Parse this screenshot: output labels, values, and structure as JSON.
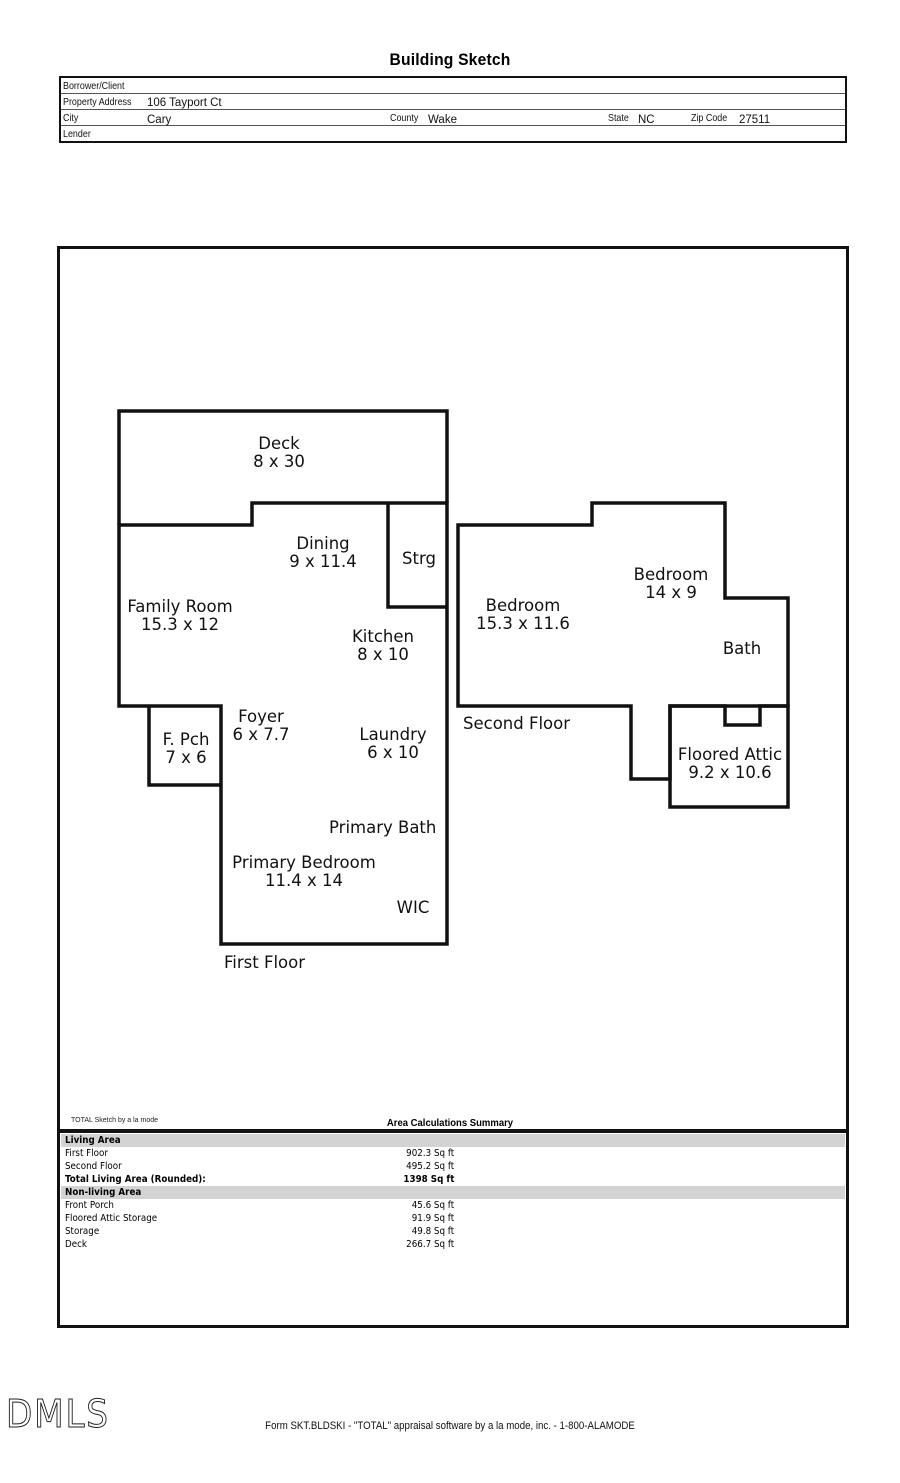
{
  "header": {
    "title": "Building Sketch",
    "fields": {
      "borrower_label": "Borrower/Client",
      "borrower_value": "",
      "address_label": "Property Address",
      "address_value": "106 Tayport Ct",
      "city_label": "City",
      "city_value": "Cary",
      "county_label": "County",
      "county_value": "Wake",
      "state_label": "State",
      "state_value": "NC",
      "zip_label": "Zip Code",
      "zip_value": "27511",
      "lender_label": "Lender",
      "lender_value": ""
    }
  },
  "sketch": {
    "first_floor": {
      "label": "First Floor",
      "rooms": {
        "deck": {
          "name": "Deck",
          "dims": "8 x 30"
        },
        "dining": {
          "name": "Dining",
          "dims": "9 x 11.4"
        },
        "storage": {
          "name": "Strg"
        },
        "family_room": {
          "name": "Family Room",
          "dims": "15.3 x 12"
        },
        "kitchen": {
          "name": "Kitchen",
          "dims": "8 x 10"
        },
        "front_porch": {
          "name": "F. Pch",
          "dims": "7 x 6"
        },
        "foyer": {
          "name": "Foyer",
          "dims": "6 x 7.7"
        },
        "laundry": {
          "name": "Laundry",
          "dims": "6 x 10"
        },
        "primary_bath": {
          "name": "Primary Bath"
        },
        "primary_bedroom": {
          "name": "Primary Bedroom",
          "dims": "11.4 x 14"
        },
        "wic": {
          "name": "WIC"
        }
      }
    },
    "second_floor": {
      "label": "Second Floor",
      "rooms": {
        "bedroom_1": {
          "name": "Bedroom",
          "dims": "15.3 x 11.6"
        },
        "bedroom_2": {
          "name": "Bedroom",
          "dims": "14 x 9"
        },
        "bath": {
          "name": "Bath"
        },
        "floored_attic": {
          "name": "Floored Attic",
          "dims": "9.2 x 10.6"
        }
      }
    }
  },
  "area_summary": {
    "credit": "TOTAL Sketch by a la mode",
    "title": "Area Calculations Summary",
    "living_header": "Living Area",
    "living": [
      {
        "name": "First Floor",
        "value": "902.3 Sq ft"
      },
      {
        "name": "Second Floor",
        "value": "495.2 Sq ft"
      }
    ],
    "total": {
      "name": "Total Living Area (Rounded):",
      "value": "1398 Sq ft"
    },
    "nonliving_header": "Non-living Area",
    "nonliving": [
      {
        "name": "Front Porch",
        "value": "45.6 Sq ft"
      },
      {
        "name": "Floored Attic Storage",
        "value": "91.9 Sq ft"
      },
      {
        "name": "Storage",
        "value": "49.8 Sq ft"
      },
      {
        "name": "Deck",
        "value": "266.7 Sq ft"
      }
    ]
  },
  "watermark": "DMLS",
  "footer": "Form SKT.BLDSKI - \"TOTAL\" appraisal software by a la mode, inc. - 1-800-ALAMODE"
}
